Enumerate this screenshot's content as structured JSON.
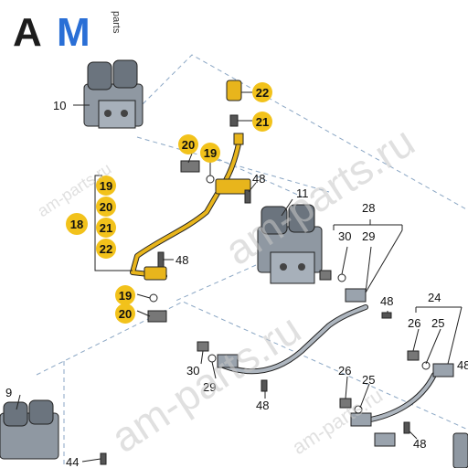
{
  "brand": {
    "mark_a": "A",
    "mark_m": "M",
    "sub": "parts",
    "colors": {
      "a": "#1c1c1c",
      "m": "#2a6fd6"
    }
  },
  "watermarks": [
    "am-parts.ru",
    "am-parts.ru",
    "am-parts.ru",
    "am-parts.ru"
  ],
  "labels": [
    {
      "id": "10",
      "text": "10"
    },
    {
      "id": "11",
      "text": "11"
    },
    {
      "id": "9",
      "text": "9"
    },
    {
      "id": "44",
      "text": "44"
    },
    {
      "id": "28",
      "text": "28"
    },
    {
      "id": "24",
      "text": "24"
    },
    {
      "id": "18",
      "text": "18"
    },
    {
      "id": "48a",
      "text": "48"
    },
    {
      "id": "48b",
      "text": "48"
    },
    {
      "id": "48c",
      "text": "48"
    },
    {
      "id": "48d",
      "text": "48"
    },
    {
      "id": "48e",
      "text": "48"
    },
    {
      "id": "48f",
      "text": "48"
    },
    {
      "id": "30a",
      "text": "30"
    },
    {
      "id": "29a",
      "text": "29"
    },
    {
      "id": "30b",
      "text": "30"
    },
    {
      "id": "29b",
      "text": "29"
    },
    {
      "id": "26a",
      "text": "26"
    },
    {
      "id": "25a",
      "text": "25"
    },
    {
      "id": "26b",
      "text": "26"
    },
    {
      "id": "25b",
      "text": "25"
    }
  ],
  "callouts": [
    {
      "id": "22a",
      "text": "22"
    },
    {
      "id": "21a",
      "text": "21"
    },
    {
      "id": "20a",
      "text": "20"
    },
    {
      "id": "19a",
      "text": "19"
    },
    {
      "id": "19b",
      "text": "19"
    },
    {
      "id": "20b",
      "text": "20"
    },
    {
      "id": "21b",
      "text": "21"
    },
    {
      "id": "22b",
      "text": "22"
    },
    {
      "id": "19c",
      "text": "19"
    },
    {
      "id": "20c",
      "text": "20"
    }
  ],
  "colors": {
    "callout_fill": "#f2c21b",
    "line": "#222222",
    "pipe": "#d9a514",
    "part_grey": "#9aa3ad",
    "part_dark": "#5d6670",
    "dash": "#8aa6c4"
  }
}
